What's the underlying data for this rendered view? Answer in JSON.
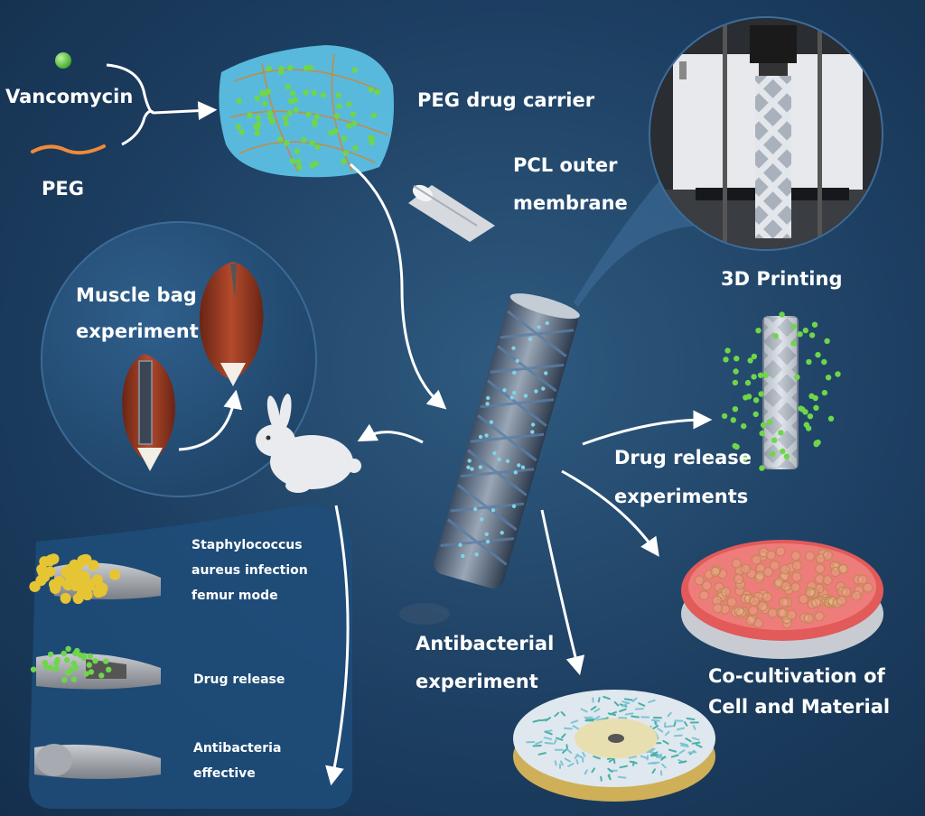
{
  "labels": {
    "vancomycin": "Vancomycin",
    "peg": "PEG",
    "peg_carrier": "PEG drug carrier",
    "pcl_line1": "PCL outer",
    "pcl_line2": "membrane",
    "printing": "3D Printing",
    "muscle_line1": "Muscle bag",
    "muscle_line2": "experiment",
    "drug_release_line1": "Drug release",
    "drug_release_line2": "experiments",
    "staph_line1": "Staphylococcus",
    "staph_line2": "aureus infection",
    "staph_line3": "femur mode",
    "femur_drug_release": "Drug release",
    "antibacteria_line1": "Antibacteria",
    "antibacteria_line2": "effective",
    "antibacterial_line1": "Antibacterial",
    "antibacterial_line2": "experiment",
    "cocult_line1": "Co-cultivation of",
    "cocult_line2": "Cell and Material"
  },
  "colors": {
    "background": "#1d3f62",
    "drug": "#6fd64a",
    "peg": "#f08a3a",
    "hydrogel": "#5fc6ea",
    "scaffold": "#9aa7b6",
    "muscle": "#9e3a22",
    "petri_red": "#e25a5a",
    "bacteria": "#e6c534",
    "zone": "#e8dfb0",
    "arrow": "#ffffff"
  },
  "icons": [
    "vancomycin-molecule-icon",
    "peg-chain-icon",
    "rabbit-icon",
    "femur-icon",
    "petri-dish-icon",
    "scaffold-icon"
  ]
}
